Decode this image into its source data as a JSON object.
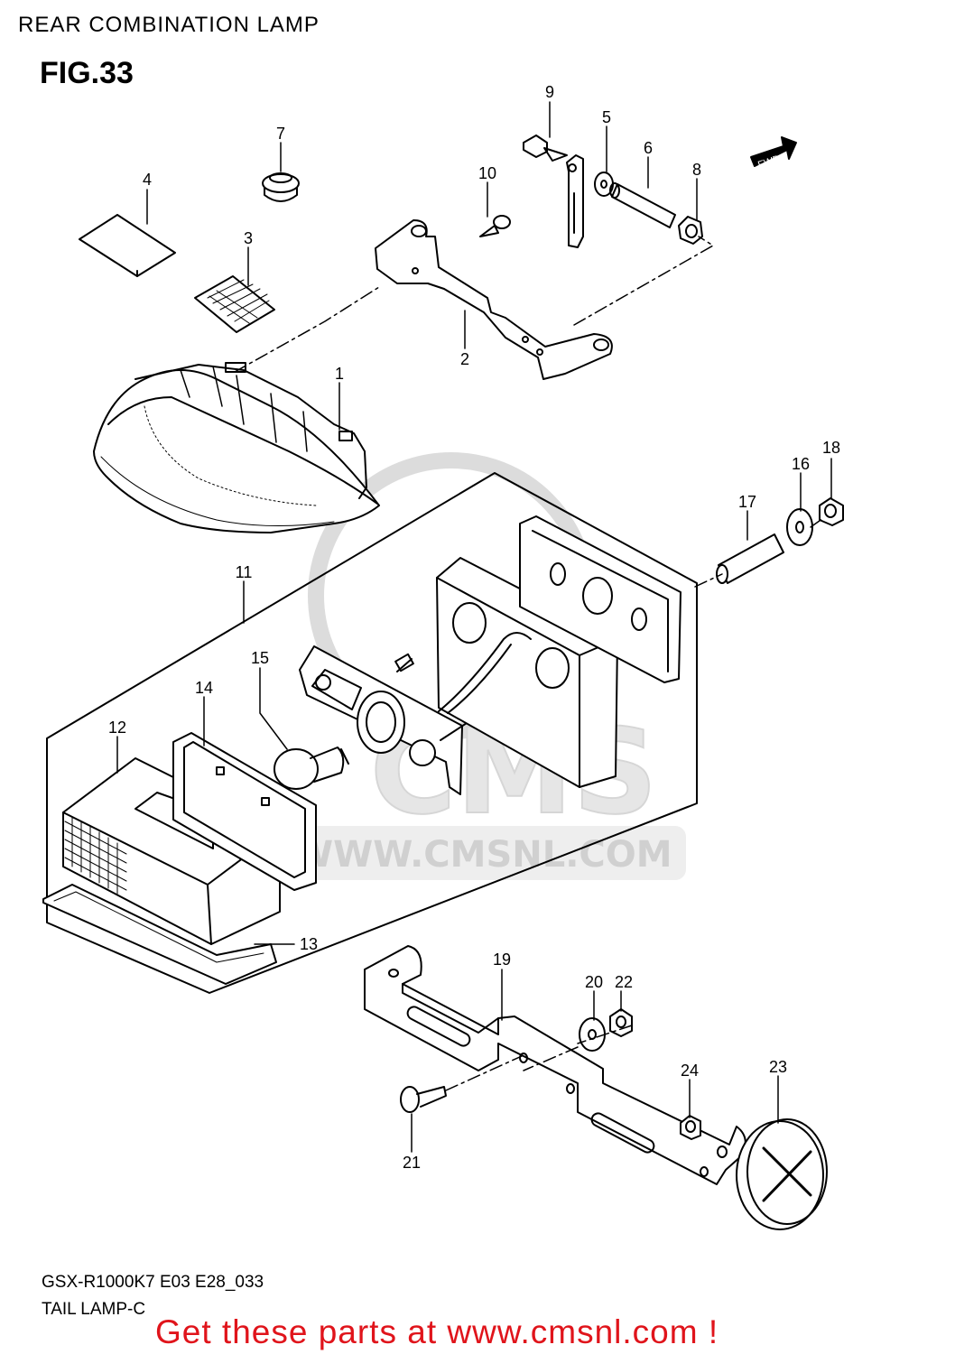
{
  "header": {
    "title": "REAR COMBINATION LAMP",
    "figure": "FIG.33"
  },
  "fwd_label": "FWD",
  "watermark": {
    "logo_text": "CMS",
    "url": "WWW.CMSNL.COM"
  },
  "callouts": {
    "c1": "1",
    "c2": "2",
    "c3": "3",
    "c4": "4",
    "c5": "5",
    "c6": "6",
    "c7": "7",
    "c8": "8",
    "c9": "9",
    "c10": "10",
    "c11": "11",
    "c12": "12",
    "c13": "13",
    "c14": "14",
    "c15": "15",
    "c16": "16",
    "c17": "17",
    "c18": "18",
    "c19": "19",
    "c20": "20",
    "c21": "21",
    "c22": "22",
    "c23": "23",
    "c24": "24"
  },
  "footer": {
    "model_code": "GSX-R1000K7 E03 E28_033",
    "group": "TAIL LAMP-C",
    "cta": "Get these parts at www.cmsnl.com !"
  },
  "colors": {
    "cta": "#e0141b",
    "line": "#000000",
    "watermark": "#e4e4e4"
  }
}
